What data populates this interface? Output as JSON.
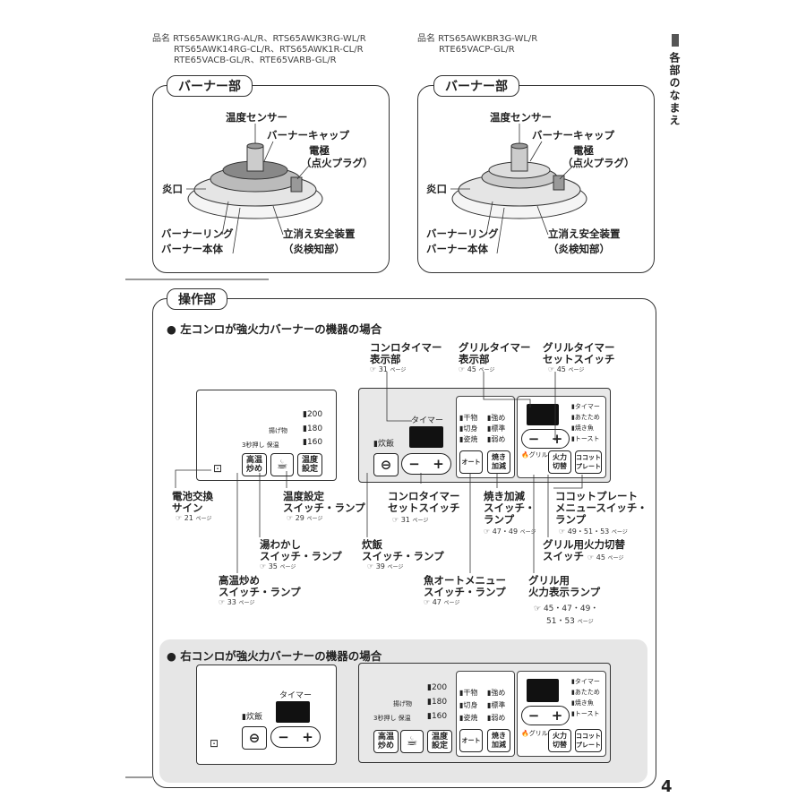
{
  "header": {
    "left_models": [
      "品名 RTS65AWK1RG-AL/R、RTS65AWK3RG-WL/R",
      "RTS65AWK14RG-CL/R、RTS65AWK1R-CL/R",
      "RTE65VACB-GL/R、RTE65VARB-GL/R"
    ],
    "right_models": [
      "品名 RTS65AWKBR3G-WL/R",
      "RTE65VACP-GL/R"
    ]
  },
  "side_title": "各部のなまえ",
  "page_number": "4",
  "burner": {
    "tab": "バーナー部",
    "labels": {
      "sensor": "温度センサー",
      "cap": "バーナーキャップ",
      "electrode1": "電極",
      "electrode2": "（点火プラグ）",
      "flame_port": "炎口",
      "ring": "バーナーリング",
      "body": "バーナー本体",
      "safety1": "立消え安全装置",
      "safety2": "（炎検知部）"
    }
  },
  "control": {
    "tab": "操作部",
    "case_left": "左コンロが強火力バーナーの機器の場合",
    "case_right": "右コンロが強火力バーナーの機器の場合",
    "panel": {
      "temps": [
        "200",
        "180",
        "160"
      ],
      "temp_notes": [
        "揚げ物",
        "3秒押し 保温"
      ],
      "timer": "タイマー",
      "rice": "炊飯",
      "btn_high": "高温\n炒め",
      "btn_temp": "温度\n設定",
      "grill_left": [
        "干物",
        "切身",
        "姿焼"
      ],
      "grill_right": [
        "強め",
        "標準",
        "弱め"
      ],
      "btn_auto": "オート",
      "btn_adjust": "焼き\n加減",
      "grill_word": "グリル",
      "btn_power": "火力\n切替",
      "menu": [
        "タイマー",
        "あたため",
        "焼き魚",
        "トースト"
      ],
      "btn_cocotte": "ココット\nプレート",
      "minus": "−",
      "plus": "+"
    },
    "callouts": {
      "c_timer_disp": {
        "l1": "コンロタイマー",
        "l2": "表示部",
        "ref": "31"
      },
      "g_timer_disp": {
        "l1": "グリルタイマー",
        "l2": "表示部",
        "ref": "45"
      },
      "g_timer_set": {
        "l1": "グリルタイマー",
        "l2": "セットスイッチ",
        "ref": "45"
      },
      "battery": {
        "l1": "電池交換",
        "l2": "サイン",
        "ref": "21"
      },
      "temp_set": {
        "l1": "温度設定",
        "l2": "スイッチ・ランプ",
        "ref": "29"
      },
      "c_timer_set": {
        "l1": "コンロタイマー",
        "l2": "セットスイッチ",
        "ref": "31"
      },
      "adjust": {
        "l1": "焼き加減",
        "l2": "スイッチ・",
        "l3": "ランプ",
        "ref": "47・49"
      },
      "cocotte": {
        "l1": "ココットプレート",
        "l2": "メニュースイッチ・",
        "l3": "ランプ",
        "ref": "49・51・53"
      },
      "kettle": {
        "l1": "湯わかし",
        "l2": "スイッチ・ランプ",
        "ref": "35"
      },
      "rice": {
        "l1": "炊飯",
        "l2": "スイッチ・ランプ",
        "ref": "39"
      },
      "power_switch": {
        "l1": "グリル用火力切替",
        "l2": "スイッチ",
        "ref": "45"
      },
      "high_temp": {
        "l1": "高温炒め",
        "l2": "スイッチ・ランプ",
        "ref": "33"
      },
      "fish_auto": {
        "l1": "魚オートメニュー",
        "l2": "スイッチ・ランプ",
        "ref": "47"
      },
      "flame_lamp": {
        "l1": "グリル用",
        "l2": "火力表示ランプ",
        "ref": "45・47・49・",
        "ref2": "51・53"
      }
    },
    "ref_mark": "☞",
    "ref_suffix": "ページ"
  }
}
